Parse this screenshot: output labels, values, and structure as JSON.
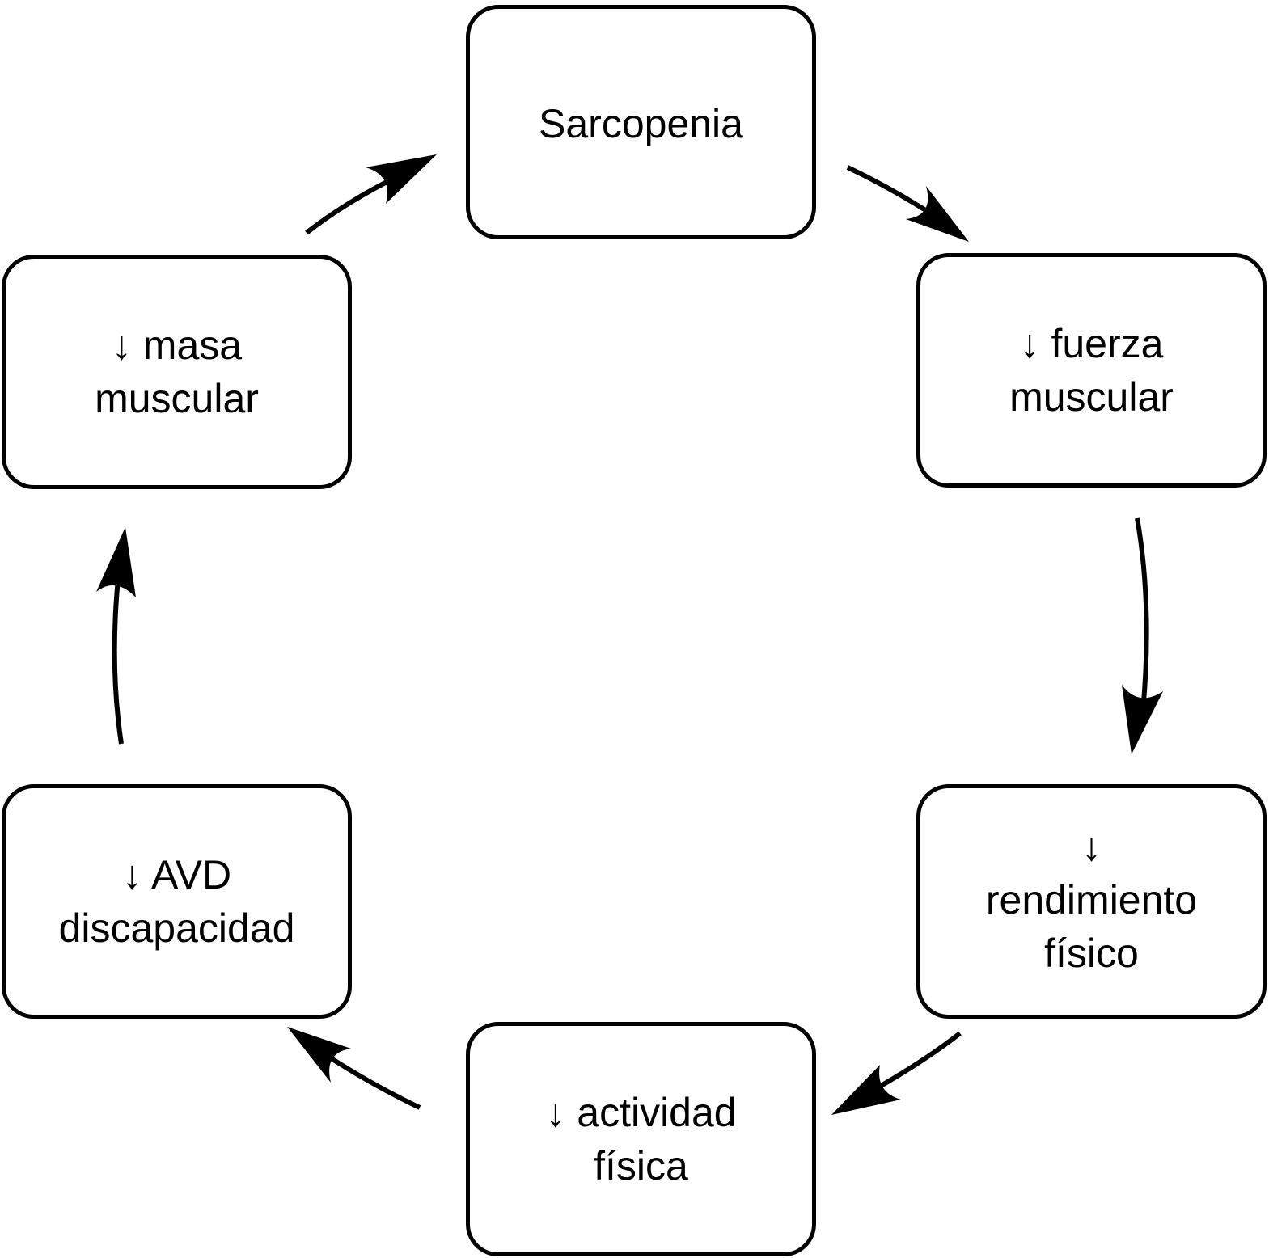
{
  "diagram": {
    "nodes": [
      {
        "id": "sarcopenia",
        "label": "Sarcopenia"
      },
      {
        "id": "fuerza",
        "label": "↓ fuerza\nmuscular"
      },
      {
        "id": "rendimiento",
        "label": "↓\nrendimiento\nfísico"
      },
      {
        "id": "actividad",
        "label": "↓ actividad\nfísica"
      },
      {
        "id": "avd",
        "label": "↓ AVD\ndiscapacidad"
      },
      {
        "id": "masa",
        "label": "↓ masa\nmuscular"
      }
    ],
    "edges": [
      {
        "from": "sarcopenia",
        "to": "fuerza"
      },
      {
        "from": "fuerza",
        "to": "rendimiento"
      },
      {
        "from": "rendimiento",
        "to": "actividad"
      },
      {
        "from": "actividad",
        "to": "avd"
      },
      {
        "from": "avd",
        "to": "masa"
      },
      {
        "from": "masa",
        "to": "sarcopenia"
      }
    ],
    "stroke_color": "#000000"
  }
}
